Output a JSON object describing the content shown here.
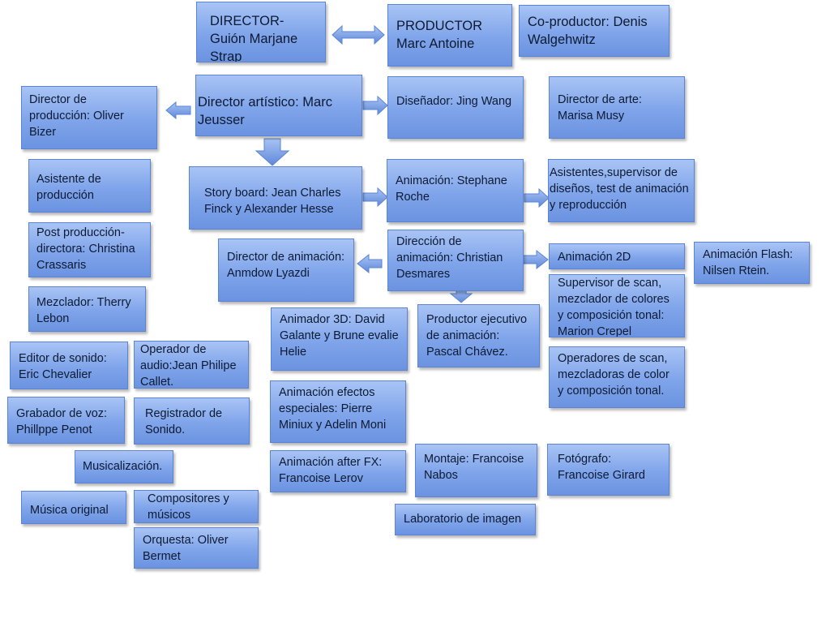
{
  "colors": {
    "box_top": "#a9c4f5",
    "box_bottom": "#6b93e0",
    "arrow": "#6f97e3",
    "text": "#0d1a33"
  },
  "boxes": {
    "director": "DIRECTOR-Guión Marjane Strap",
    "productor": "PRODUCTOR Marc Antoine",
    "coproductor": "Co-productor: Denis Walgehwitz",
    "director_produccion": "Director de producción: Oliver Bizer",
    "director_artistico": "Director artístico: Marc Jeusser",
    "disenador": "Diseñador: Jing Wang",
    "director_arte": "Director de arte: Marisa Musy",
    "asistente_produccion": "Asistente de producción",
    "story_board": "Story board: Jean Charles Finck y Alexander Hesse",
    "animacion": "Animación: Stephane Roche",
    "asistentes_supervisor": "Asistentes,supervisor de diseños, test de animación y reproducción",
    "post_produccion": "Post producción- directora: Christina Crassaris",
    "director_animacion": "Director de animación: Anmdow Lyazdi",
    "direccion_animacion": "Dirección de animación: Christian Desmares",
    "animacion_2d": "Animación 2D",
    "animacion_flash": "Animación Flash: Nilsen Rtein.",
    "mezclador": "Mezclador: Therry Lebon",
    "supervisor_scan": "Supervisor de scan, mezclador de colores y composición tonal: Marion Crepel",
    "animador_3d": "Animador 3D: David Galante y Brune evalie Helie",
    "productor_ejecutivo": "Productor ejecutivo de animación: Pascal Chávez.",
    "editor_sonido": "Editor de sonido: Eric Chevalier",
    "operador_audio": "Operador de audio:Jean Philipe Callet.",
    "operadores_scan": "Operadores de scan, mezcladoras de color y composición tonal.",
    "animacion_efectos": "Animación efectos especiales: Pierre Miniux y Adelin Moni",
    "grabador_voz": "Grabador de voz: Phillppe Penot",
    "registrador_sonido": "Registrador de Sonido.",
    "montaje": "Montaje: Francoise Nabos",
    "fotografo": "Fotógrafo: Francoise  Girard",
    "musicalizacion": "Musicalización.",
    "animacion_after_fx": "Animación after FX: Francoise Lerov",
    "musica_original": "Música original",
    "compositores": "Compositores y músicos",
    "laboratorio": "Laboratorio de imagen",
    "orquesta": "Orquesta: Oliver Bermet"
  }
}
